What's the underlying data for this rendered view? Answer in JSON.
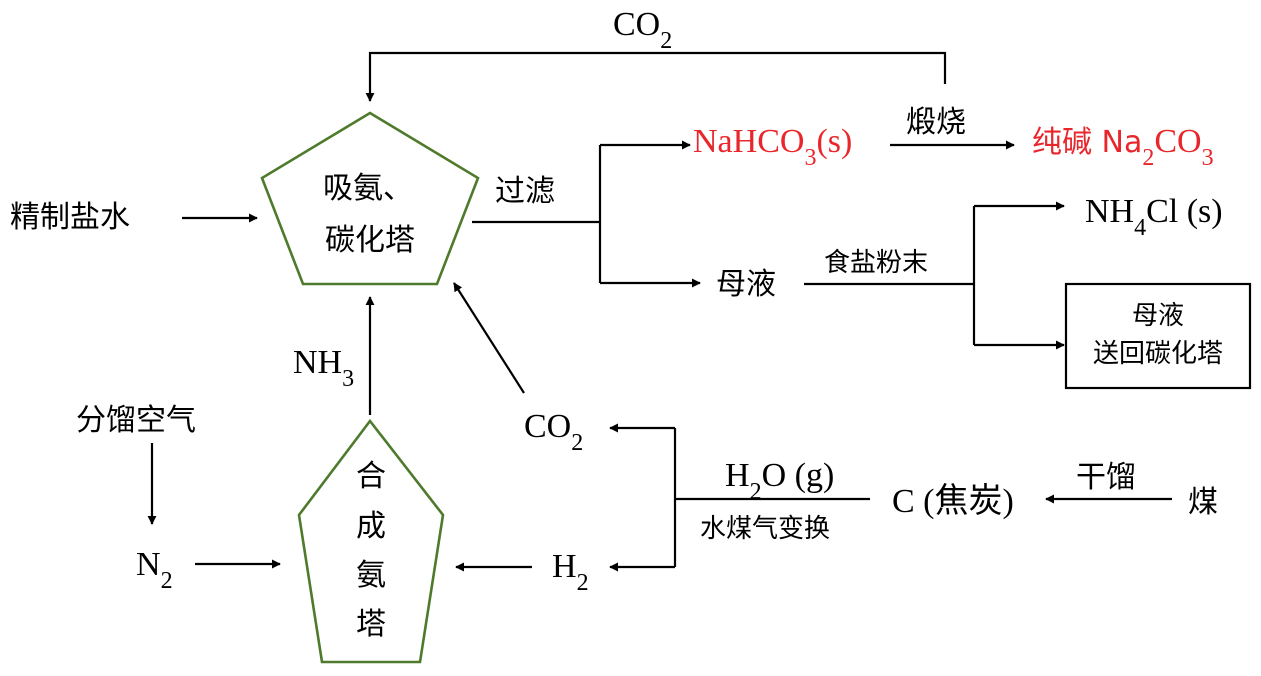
{
  "colors": {
    "product": "#e8262b",
    "tower_border": "#4e7a2c"
  },
  "labels": {
    "co2_recycle": "CO",
    "co2_recycle_sub": "2",
    "brine": "精制盐水",
    "absorb_tower_l1": "吸氨、",
    "absorb_tower_l2": "碳化塔",
    "filter": "过滤",
    "nahco3_a": "NaHCO",
    "nahco3_sub": "3",
    "nahco3_b": "(s)",
    "calcine": "煅烧",
    "soda_a": "纯碱 Na",
    "soda_sub1": "2",
    "soda_b": "CO",
    "soda_sub2": "3",
    "mother_liquor": "母液",
    "salt_powder": "食盐粉末",
    "nh4cl_a": "NH",
    "nh4cl_sub": "4",
    "nh4cl_b": "Cl (s)",
    "return_l1": "母液",
    "return_l2": "送回碳化塔",
    "nh3_a": "NH",
    "nh3_sub": "3",
    "air": "分馏空气",
    "n2_a": "N",
    "n2_sub": "2",
    "synth_1": "合",
    "synth_2": "成",
    "synth_3": "氨",
    "synth_4": "塔",
    "co2b_a": "CO",
    "co2b_sub": "2",
    "h2_a": "H",
    "h2_sub": "2",
    "h2o_a": "H",
    "h2o_sub": "2",
    "h2o_b": "O (g)",
    "water_gas": "水煤气变换",
    "coke": "C (焦炭)",
    "dry_distill": "干馏",
    "coal": "煤"
  }
}
